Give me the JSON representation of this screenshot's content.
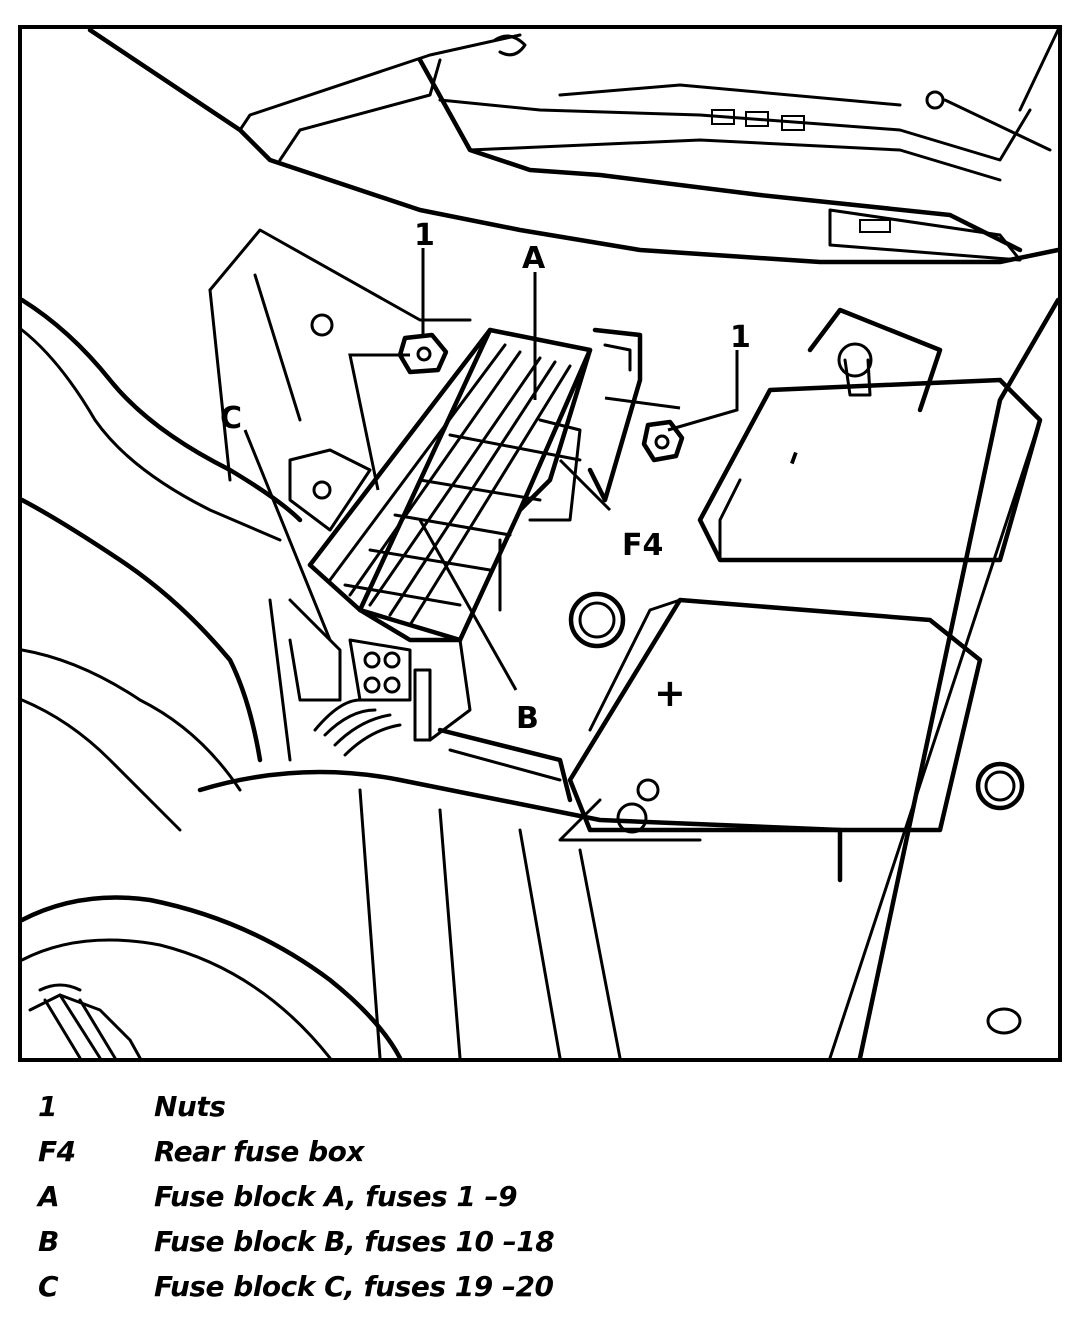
{
  "callouts": {
    "nut_left": "1",
    "nut_right": "1",
    "block_a": "A",
    "block_b": "B",
    "block_c": "C",
    "fuse_box": "F4",
    "battery_minus": "–",
    "battery_plus": "+"
  },
  "legend": [
    {
      "key": "1",
      "desc": "Nuts"
    },
    {
      "key": "F4",
      "desc": "Rear fuse box"
    },
    {
      "key": "A",
      "desc": "Fuse block A, fuses 1 –9"
    },
    {
      "key": "B",
      "desc": "Fuse block B, fuses 10 –18"
    },
    {
      "key": "C",
      "desc": "Fuse block C, fuses 19 –20"
    }
  ]
}
